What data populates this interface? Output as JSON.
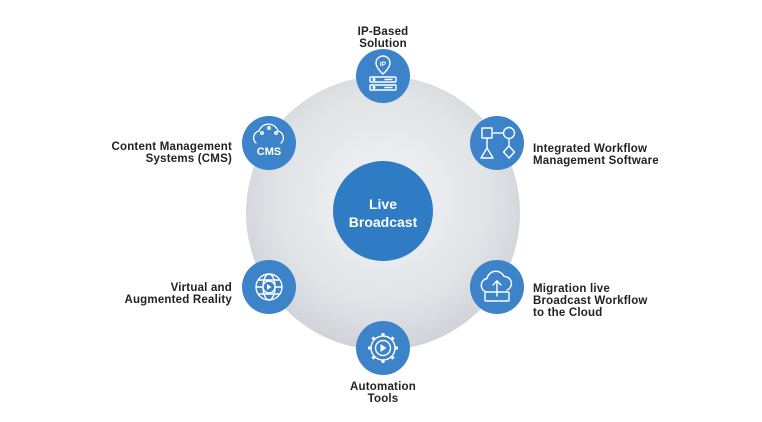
{
  "center": {
    "line1": "Live",
    "line2": "Broadcast"
  },
  "nodes": [
    {
      "id": "ip-based",
      "icon": "ip-server-icon",
      "lines": [
        "IP-Based",
        "Solution"
      ]
    },
    {
      "id": "workflow",
      "icon": "workflow-diagram-icon",
      "lines": [
        "Integrated Workflow",
        "Management Software"
      ]
    },
    {
      "id": "migration",
      "icon": "cloud-upload-icon",
      "lines": [
        "Migration live",
        "Broadcast Workflow",
        "to the Cloud"
      ]
    },
    {
      "id": "automation",
      "icon": "gear-play-icon",
      "lines": [
        "Automation",
        "Tools"
      ]
    },
    {
      "id": "vr-ar",
      "icon": "globe-play-icon",
      "lines": [
        "Virtual and",
        "Augmented Reality"
      ]
    },
    {
      "id": "cms",
      "icon": "cms-cloud-icon",
      "cms_text": "CMS",
      "lines": [
        "Content Management",
        "Systems (CMS)"
      ]
    }
  ],
  "colors": {
    "node_fill": "#3d83c9",
    "center_fill": "#2f7bc4",
    "ring_fill": "#dcdfe2",
    "text": "#222222"
  }
}
